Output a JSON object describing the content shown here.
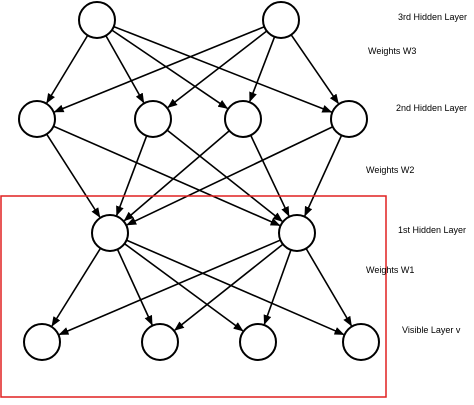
{
  "labels": {
    "layer3": "3rd Hidden Layer",
    "weights3": "Weights W3",
    "layer2": "2nd Hidden Layer",
    "weights2": "Weights W2",
    "layer1": "1st Hidden Layer",
    "weights1": "Weights W1",
    "visible": "Visible Layer v"
  },
  "colors": {
    "nodes": "#000000",
    "edges": "#000000",
    "highlight_box": "#e02020"
  },
  "layers": [
    {
      "id": "layer3",
      "nodes": 2
    },
    {
      "id": "layer2",
      "nodes": 4
    },
    {
      "id": "layer1",
      "nodes": 2
    },
    {
      "id": "visible",
      "nodes": 4
    }
  ],
  "connections": "each layer fully connected to the layer below, arrows pointing downward",
  "highlight": "red box around layers 1st Hidden Layer and Visible Layer v"
}
